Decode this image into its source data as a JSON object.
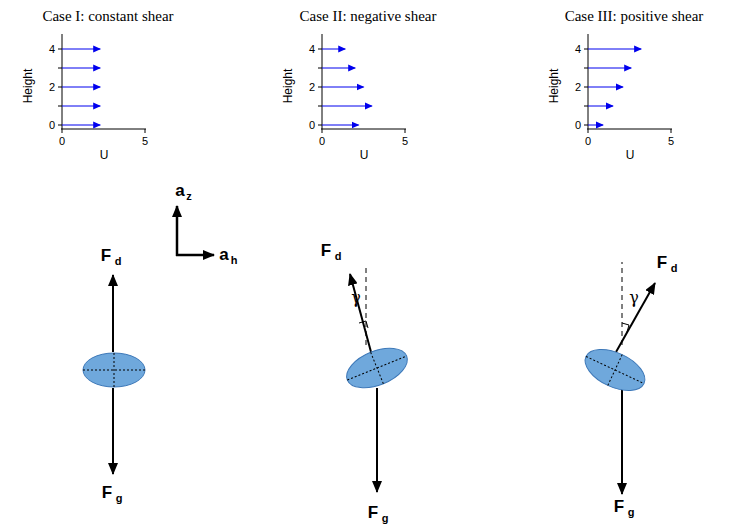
{
  "diagram": {
    "labels": [
      "Case I: constant shear",
      "Height",
      "4",
      "2",
      "0",
      "0",
      "5",
      "U",
      "Case II: negative shear",
      "Height",
      "4",
      "2",
      "0",
      "0",
      "5",
      "U",
      "Case III: positive shear",
      "Height",
      "4",
      "2",
      "0",
      "0",
      "5",
      "U",
      "a",
      "z",
      "a",
      "h",
      "F",
      "d",
      "F",
      "g",
      "F",
      "d",
      "γ",
      "F",
      "g",
      "F",
      "d",
      "γ",
      "F",
      "g"
    ]
  }
}
